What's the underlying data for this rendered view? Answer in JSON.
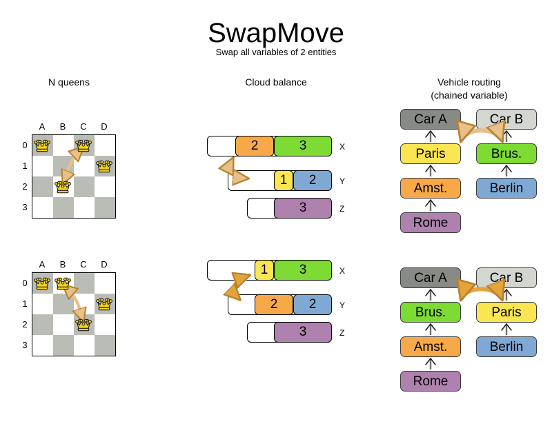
{
  "header": {
    "title": "SwapMove",
    "subtitle": "Swap all variables of 2 entities"
  },
  "columns": {
    "nqueens_heading": "N queens",
    "cloud_heading": "Cloud balance",
    "vrp_heading_line1": "Vehicle routing",
    "vrp_heading_line2": "(chained variable)"
  },
  "colors": {
    "board_dark": "#babdb6",
    "board_light": "#ffffff",
    "queen_gold": "#f5d117",
    "green": "#7ddb34",
    "orange": "#f7a94a",
    "blue": "#7fa9d4",
    "yellow": "#fae552",
    "purple": "#ae81ae",
    "car_a_grey": "#888a85",
    "car_b_grey": "#d3d7cf",
    "arrow_pale": "#e7c08a",
    "arrow_strong": "#e5a33c"
  },
  "nqueens": {
    "files": [
      "A",
      "B",
      "C",
      "D"
    ],
    "ranks": [
      "0",
      "1",
      "2",
      "3"
    ],
    "before": {
      "queens": [
        {
          "file": "A",
          "rank": "0"
        },
        {
          "file": "C",
          "rank": "0"
        },
        {
          "file": "D",
          "rank": "1"
        },
        {
          "file": "B",
          "rank": "2"
        }
      ],
      "swap_from": {
        "file": "C",
        "rank": "0"
      },
      "swap_to": {
        "file": "B",
        "rank": "2"
      }
    },
    "after": {
      "queens": [
        {
          "file": "A",
          "rank": "0"
        },
        {
          "file": "B",
          "rank": "0"
        },
        {
          "file": "D",
          "rank": "1"
        },
        {
          "file": "C",
          "rank": "2"
        }
      ],
      "swap_from": {
        "file": "B",
        "rank": "0"
      },
      "swap_to": {
        "file": "C",
        "rank": "2"
      }
    }
  },
  "cloud": {
    "before": {
      "rows": [
        {
          "label": "X",
          "segments": [
            {
              "value": "2",
              "color": "orange"
            },
            {
              "value": "3",
              "color": "green"
            }
          ]
        },
        {
          "label": "Y",
          "segments": [
            {
              "value": "1",
              "color": "yellow"
            },
            {
              "value": "2",
              "color": "blue"
            }
          ]
        },
        {
          "label": "Z",
          "segments": [
            {
              "value": "3",
              "color": "purple"
            }
          ]
        }
      ]
    },
    "after": {
      "rows": [
        {
          "label": "X",
          "segments": [
            {
              "value": "1",
              "color": "yellow"
            },
            {
              "value": "3",
              "color": "green"
            }
          ]
        },
        {
          "label": "Y",
          "segments": [
            {
              "value": "2",
              "color": "orange"
            },
            {
              "value": "2",
              "color": "blue"
            }
          ]
        },
        {
          "label": "Z",
          "segments": [
            {
              "value": "3",
              "color": "purple"
            }
          ]
        }
      ]
    }
  },
  "vrp": {
    "before": {
      "car_a": "Car A",
      "car_b": "Car B",
      "chain_a": [
        "Paris",
        "Amst.",
        "Rome"
      ],
      "chain_b": [
        "Brus.",
        "Berlin"
      ]
    },
    "after": {
      "car_a": "Car A",
      "car_b": "Car B",
      "chain_a": [
        "Brus.",
        "Amst.",
        "Rome"
      ],
      "chain_b": [
        "Paris",
        "Berlin"
      ]
    }
  }
}
